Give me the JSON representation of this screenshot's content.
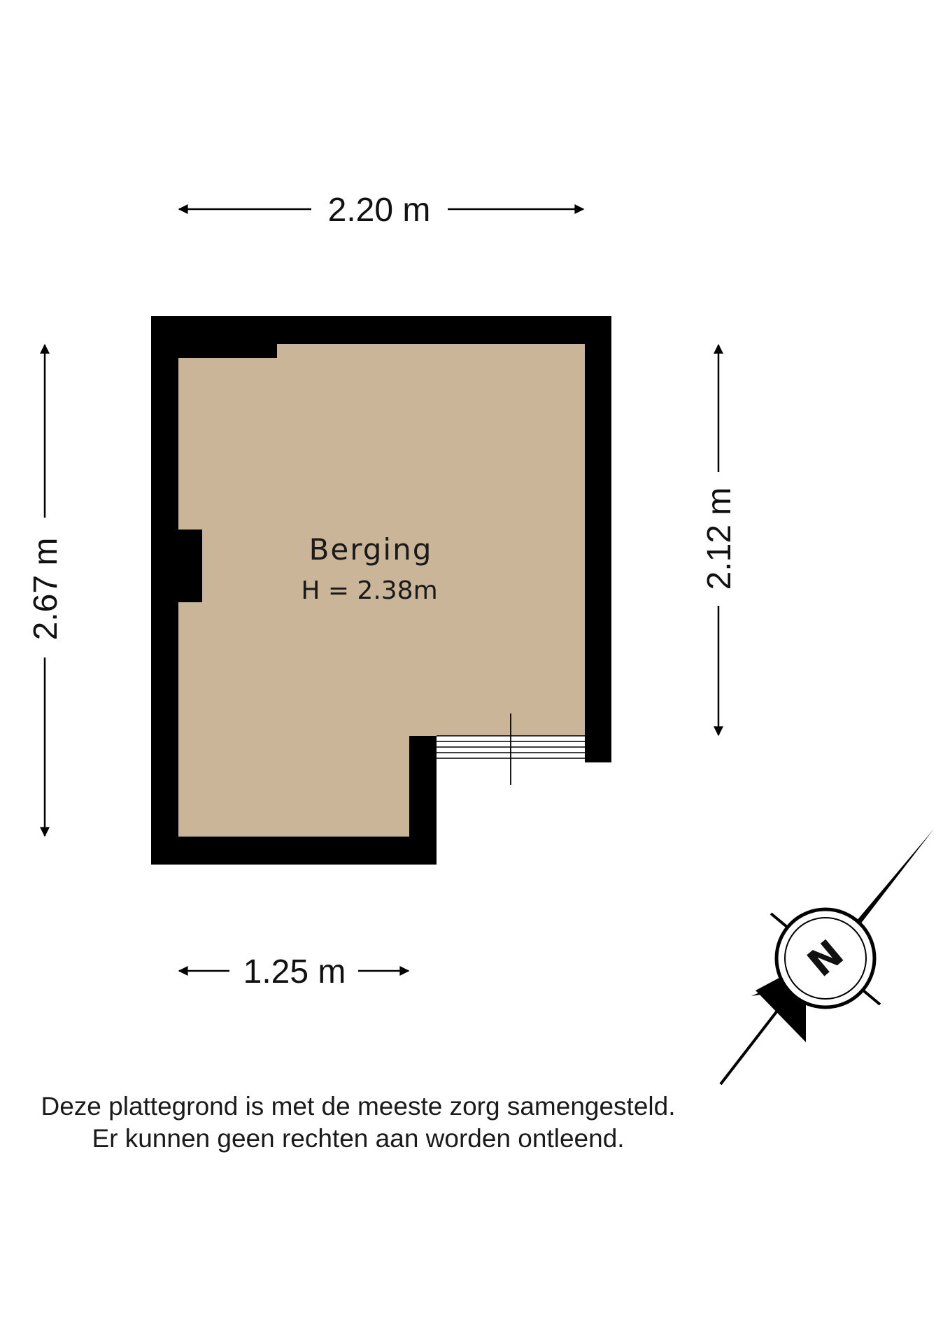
{
  "room": {
    "name": "Berging",
    "height": "H = 2.38m"
  },
  "dimensions": {
    "top": "2.20 m",
    "bottom": "1.25 m",
    "left": "2.67 m",
    "right": "2.12 m"
  },
  "compass": {
    "letter": "N"
  },
  "disclaimer": {
    "line1": "Deze plattegrond is met de meeste zorg samengesteld.",
    "line2": "Er kunnen geen rechten aan worden ontleend."
  },
  "colors": {
    "wall": "#000000",
    "floor": "#cbb599"
  }
}
